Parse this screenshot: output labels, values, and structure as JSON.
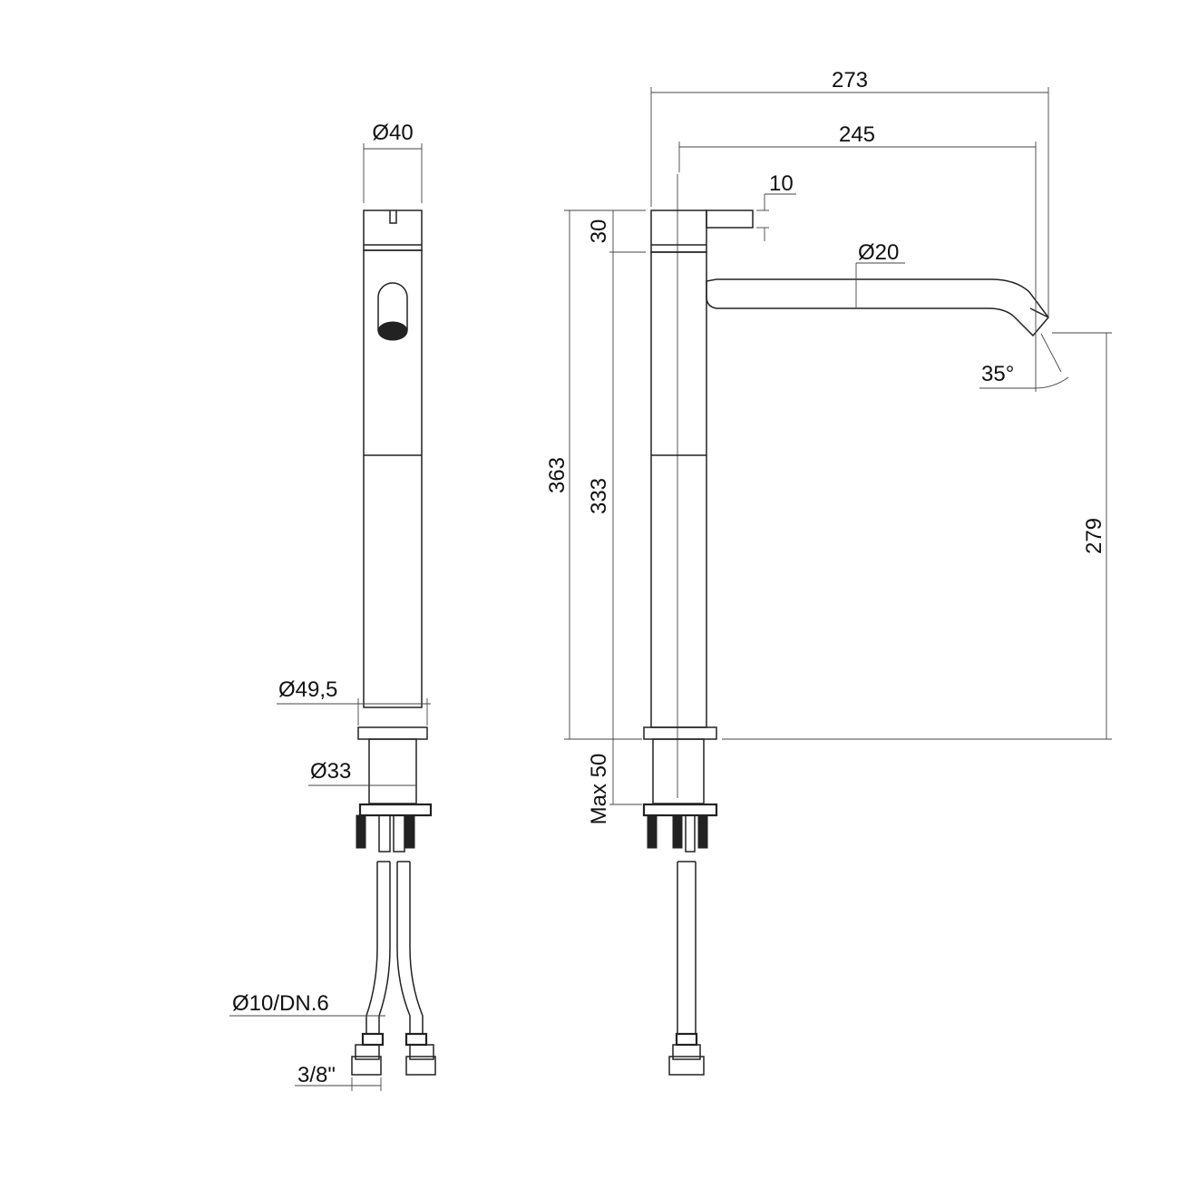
{
  "front_view": {
    "spout_diameter": "Ø40",
    "base_diameter": "Ø49,5",
    "shank_diameter": "Ø33",
    "hose_diameter": "Ø10/DN.6",
    "connector_size": "3/8\""
  },
  "side_view": {
    "total_reach": "273",
    "outlet_reach": "245",
    "lever_thickness": "10",
    "cap_height": "30",
    "spout_tube_diameter": "Ø20",
    "outlet_angle": "35°",
    "total_height": "363",
    "body_height": "333",
    "outlet_height": "279",
    "max_deck_thickness": "Max 50"
  }
}
